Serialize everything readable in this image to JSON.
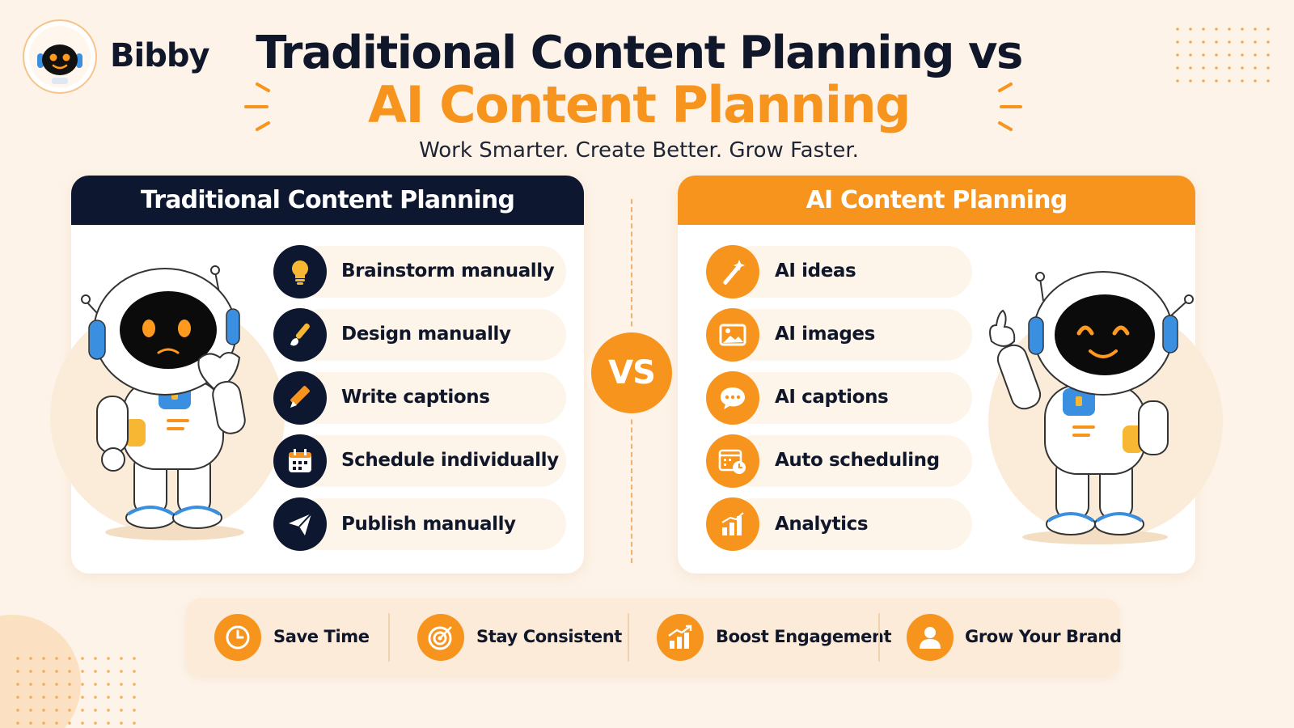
{
  "brand": {
    "name": "Bibby"
  },
  "header": {
    "title_line1": "Traditional Content Planning vs",
    "title_line2": "AI Content Planning",
    "subtitle": "Work Smarter. Create Better. Grow Faster."
  },
  "colors": {
    "accent": "#f7941d",
    "dark": "#0d1730",
    "background": "#fdf3e8"
  },
  "traditional": {
    "heading": "Traditional Content Planning",
    "items": [
      {
        "label": "Brainstorm manually",
        "icon": "lightbulb-icon"
      },
      {
        "label": "Design manually",
        "icon": "paintbrush-icon"
      },
      {
        "label": "Write captions",
        "icon": "pencil-icon"
      },
      {
        "label": "Schedule individually",
        "icon": "calendar-icon"
      },
      {
        "label": "Publish manually",
        "icon": "paper-plane-icon"
      }
    ]
  },
  "vs_label": "VS",
  "ai": {
    "heading": "AI Content Planning",
    "items": [
      {
        "label": "AI ideas",
        "icon": "magic-wand-icon"
      },
      {
        "label": "AI images",
        "icon": "image-icon"
      },
      {
        "label": "AI captions",
        "icon": "chat-bubble-icon"
      },
      {
        "label": "Auto scheduling",
        "icon": "calendar-clock-icon"
      },
      {
        "label": "Analytics",
        "icon": "bar-chart-icon"
      }
    ]
  },
  "benefits": [
    {
      "label": "Save Time",
      "icon": "clock-icon"
    },
    {
      "label": "Stay Consistent",
      "icon": "target-icon"
    },
    {
      "label": "Boost Engagement",
      "icon": "growth-chart-icon"
    },
    {
      "label": "Grow Your Brand",
      "icon": "user-icon"
    }
  ]
}
